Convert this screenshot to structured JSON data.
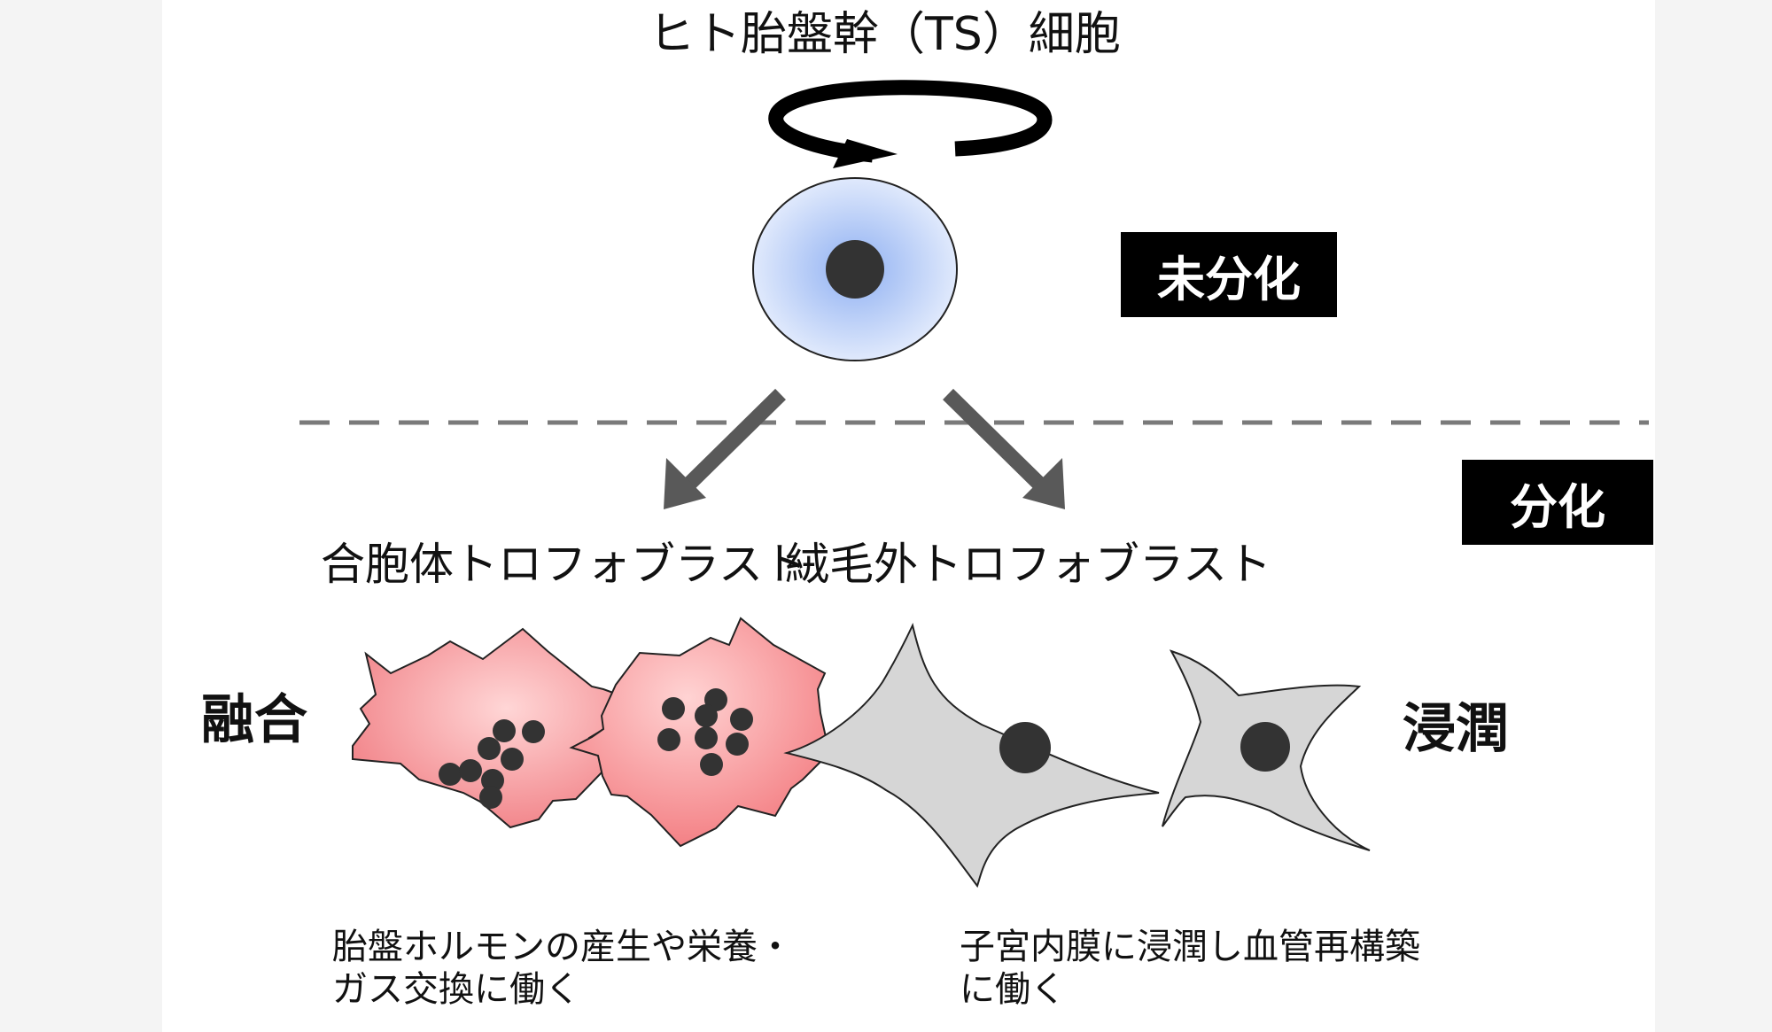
{
  "title": "ヒト胎盤幹（TS）細胞",
  "badges": {
    "undifferentiated": "未分化",
    "differentiated": "分化"
  },
  "cells": {
    "left": {
      "name": "合胞体トロフォブラスト",
      "side_label": "融合",
      "description_line1": "胎盤ホルモンの産生や栄養・",
      "description_line2": "ガス交換に働く"
    },
    "right": {
      "name": "絨毛外トロフォブラスト",
      "side_label": "浸潤",
      "description_line1": "子宮内膜に浸潤し血管再構築",
      "description_line2": "に働く"
    }
  },
  "colors": {
    "stem_cell_center": "#a9c3f5",
    "stem_cell_edge": "#e4ecfc",
    "syncytio_center": "#ffcfcf",
    "syncytio_edge": "#f27d82",
    "extravillous_fill": "#d6d6d6",
    "nucleus": "#333333",
    "arrow": "#595959",
    "dashed_line": "#7a7a7a"
  }
}
